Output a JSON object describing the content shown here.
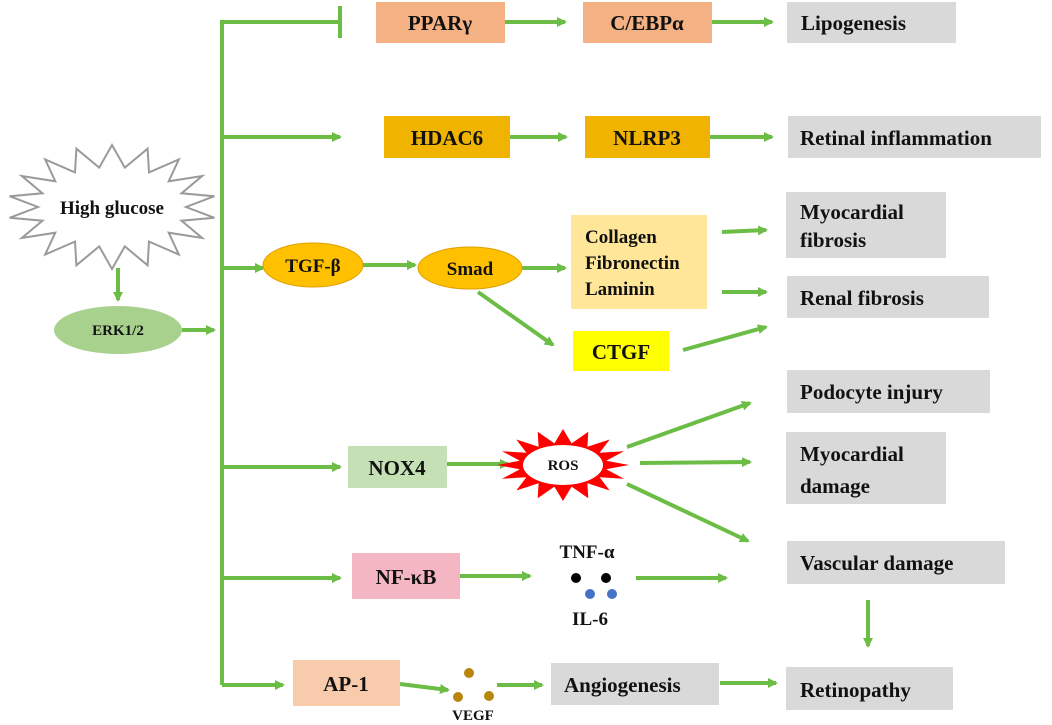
{
  "colors": {
    "arrow": "#6cbd45",
    "outcome_box": "#d9d9d9",
    "salmon": "#f4b183",
    "orange": "#f0b400",
    "light_yellow": "#ffe699",
    "yellow": "#ffff00",
    "light_green": "#c5e0b4",
    "pink": "#f4b6c2",
    "peach": "#f8cbad",
    "ellipse_gold": "#ffc000",
    "ellipse_green": "#a9d18e",
    "ros_red": "#ff0000",
    "dot_black": "#000000",
    "dot_blue": "#4472c4",
    "dot_gold": "#b8860b"
  },
  "nodes": {
    "high_glucose": "High glucose",
    "erk": "ERK1/2",
    "ppar": "PPARγ",
    "cebp": "C/EBPα",
    "hdac6": "HDAC6",
    "nlrp3": "NLRP3",
    "tgf": "TGF-β",
    "smad": "Smad",
    "ecm": [
      "Collagen",
      "Fibronectin",
      "Laminin"
    ],
    "ctgf": "CTGF",
    "nox4": "NOX4",
    "ros": "ROS",
    "nfkb": "NF-κB",
    "tnf": "TNF-α",
    "il6": "IL-6",
    "ap1": "AP-1",
    "vegf": "VEGF"
  },
  "outcomes": {
    "lipogenesis": "Lipogenesis",
    "retinal_inflammation": "Retinal inflammation",
    "myocardial_fibrosis": [
      "Myocardial",
      "fibrosis"
    ],
    "renal_fibrosis": "Renal fibrosis",
    "podocyte_injury": "Podocyte injury",
    "myocardial_damage": [
      "Myocardial",
      "damage"
    ],
    "vascular_damage": "Vascular damage",
    "angiogenesis": "Angiogenesis",
    "retinopathy": "Retinopathy"
  }
}
